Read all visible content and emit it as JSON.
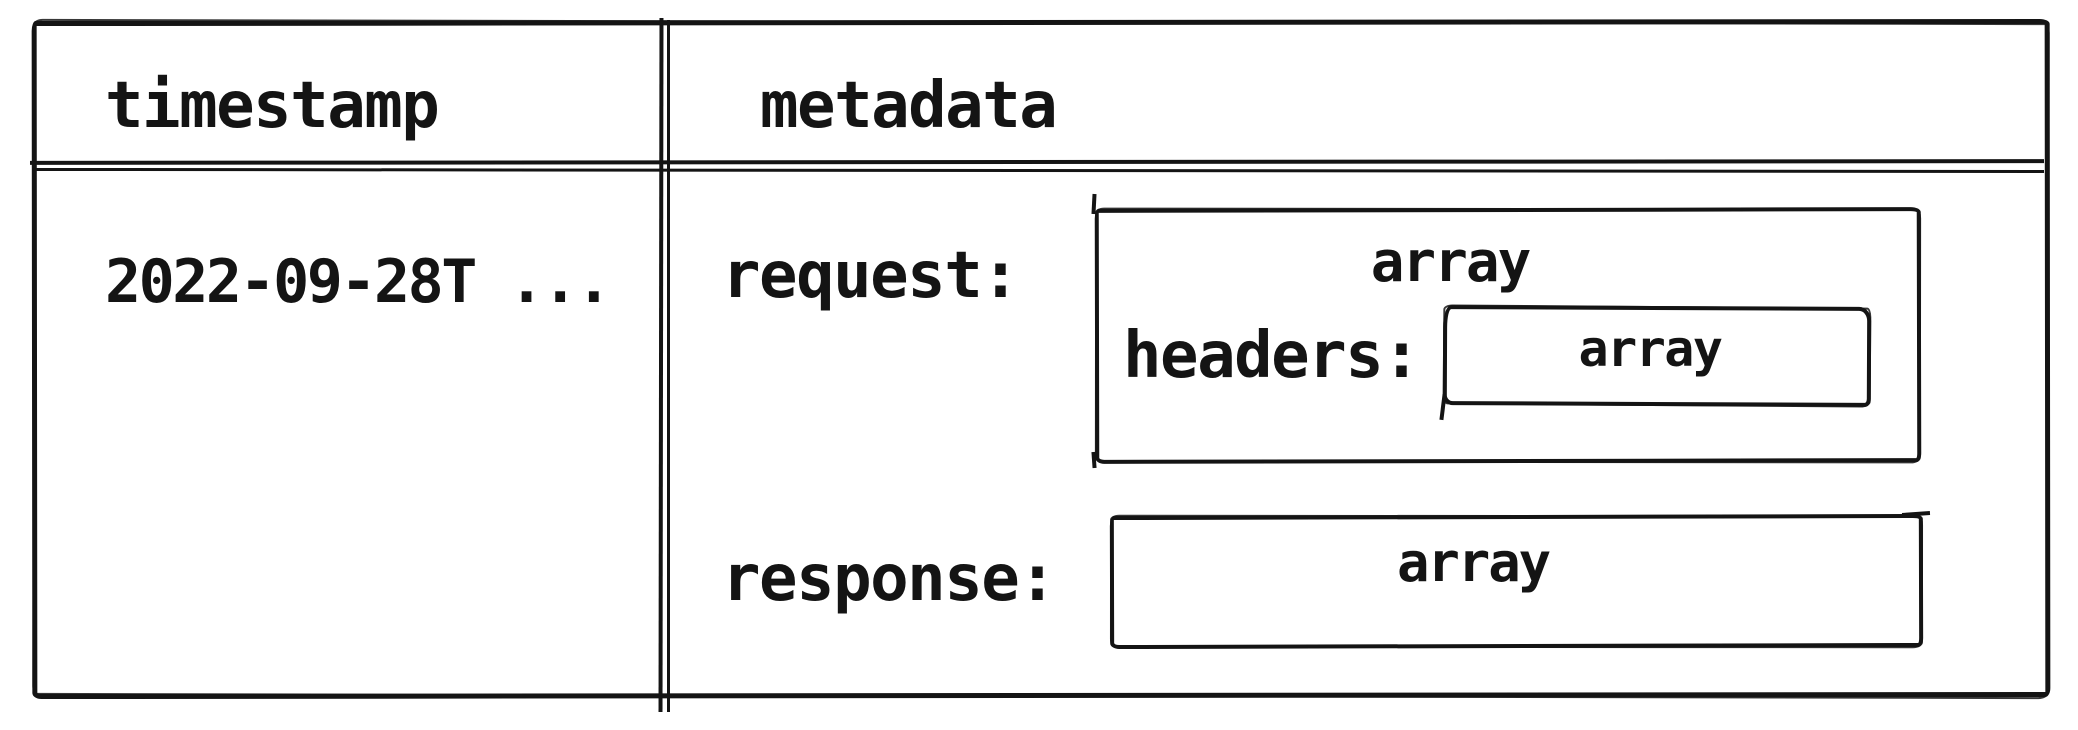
{
  "diagram": {
    "title_hint": "hand-drawn table schema",
    "columns": [
      {
        "label": "timestamp"
      },
      {
        "label": "metadata"
      }
    ],
    "row": {
      "timestamp_value": "2022-09-28T ...",
      "metadata": {
        "request": {
          "label": "request:",
          "type": "array"
        },
        "headers": {
          "label": "headers:",
          "type": "array"
        },
        "response": {
          "label": "response:",
          "type": "array"
        }
      }
    }
  },
  "colors": {
    "ink": "#141414",
    "background": "#ffffff"
  }
}
